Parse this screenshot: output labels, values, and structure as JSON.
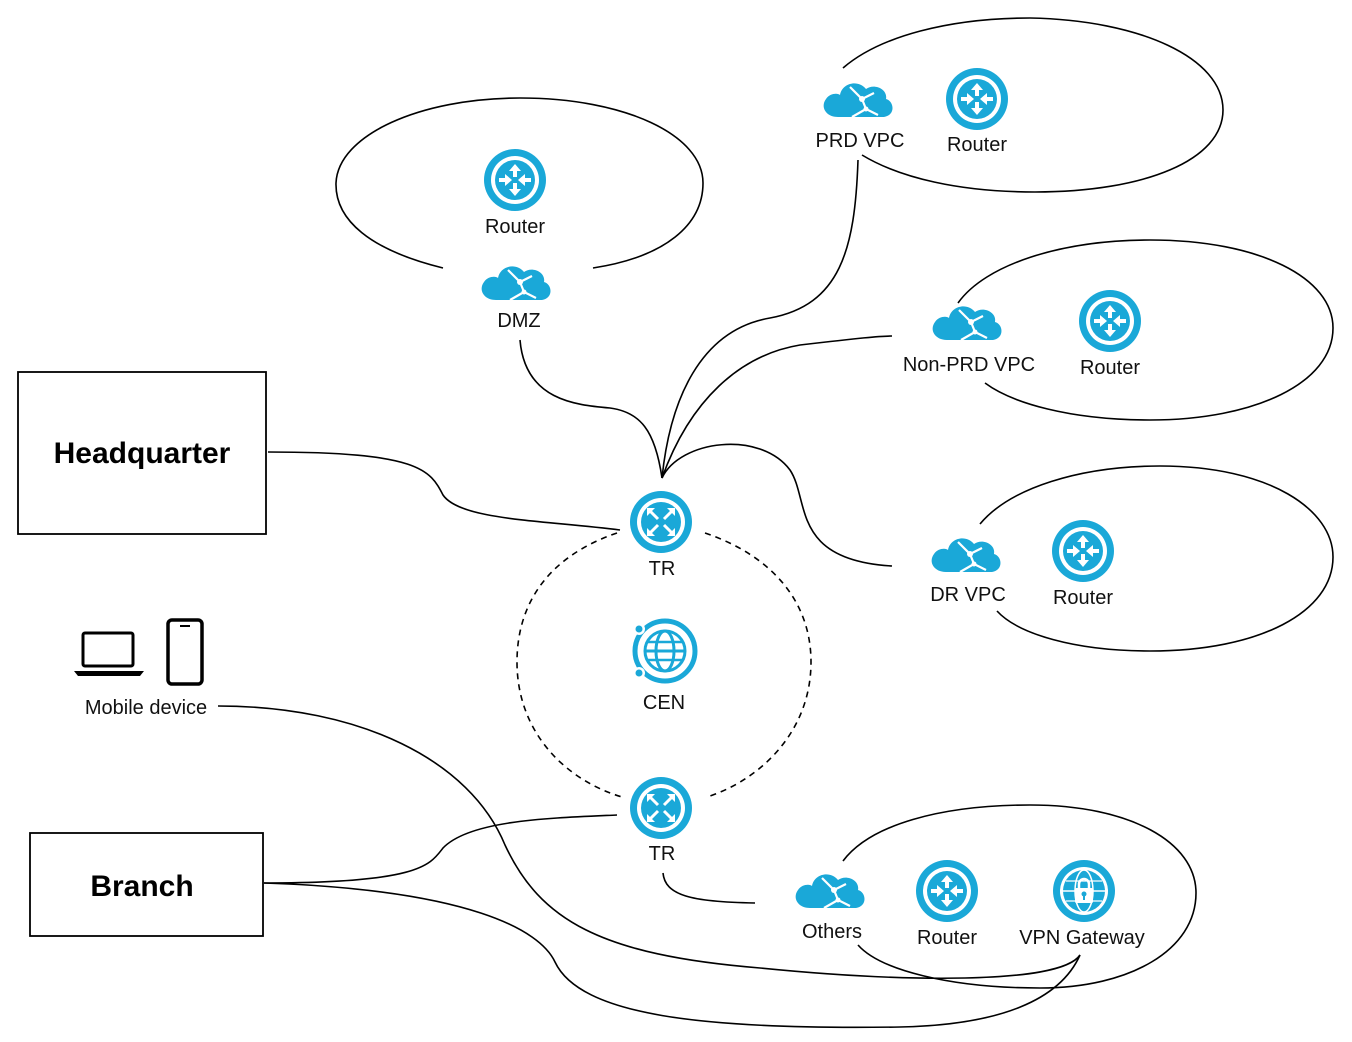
{
  "colors": {
    "accent": "#1aa8d8",
    "line": "#000000",
    "background": "#ffffff"
  },
  "nodes": {
    "headquarter": "Headquarter",
    "branch": "Branch",
    "mobile_device": "Mobile device",
    "tr_top": "TR",
    "tr_bottom": "TR",
    "cen": "CEN",
    "dmz": "DMZ",
    "dmz_router": "Router",
    "prd_vpc": "PRD VPC",
    "prd_router": "Router",
    "nonprd_vpc": "Non-PRD VPC",
    "nonprd_router": "Router",
    "dr_vpc": "DR VPC",
    "dr_router": "Router",
    "others": "Others",
    "others_router": "Router",
    "vpn_gateway": "VPN Gateway"
  },
  "icons": {
    "vpc": "cloud-vpc-icon",
    "router": "router-icon",
    "tr": "transit-router-icon",
    "cen": "globe-cen-icon",
    "vpn": "vpn-gateway-icon",
    "laptop": "laptop-icon",
    "phone": "phone-icon"
  }
}
